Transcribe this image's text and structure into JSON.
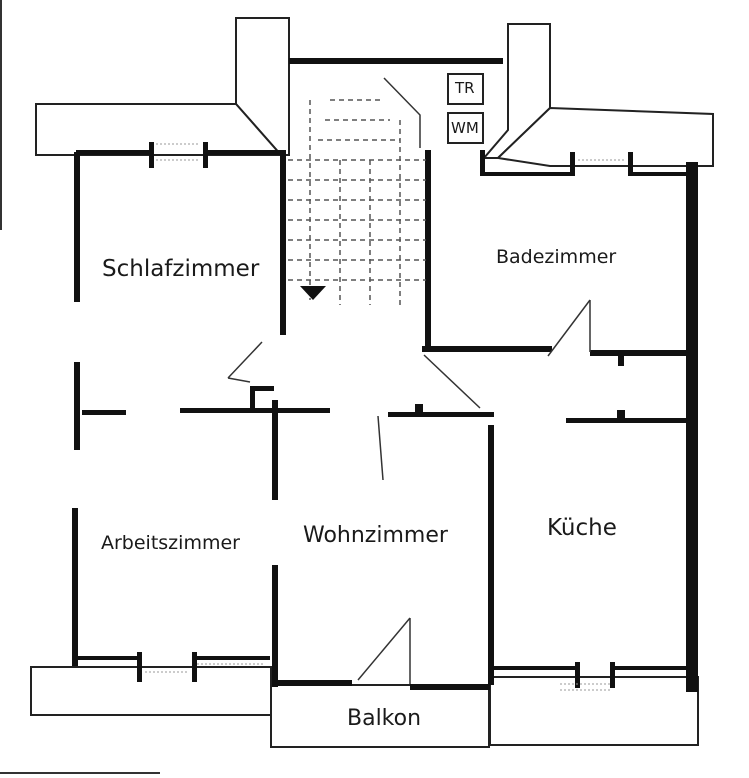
{
  "floorplan": {
    "rooms": {
      "schlafzimmer": "Schlafzimmer",
      "badezimmer": "Badezimmer",
      "arbeitszimmer": "Arbeitszimmer",
      "wohnzimmer": "Wohnzimmer",
      "kueche": "Küche",
      "balkon": "Balkon"
    },
    "appliances": {
      "dryer": "TR",
      "washer": "WM"
    }
  },
  "colors": {
    "wall": "#111111",
    "thin_line": "#222222",
    "background": "#ffffff"
  }
}
